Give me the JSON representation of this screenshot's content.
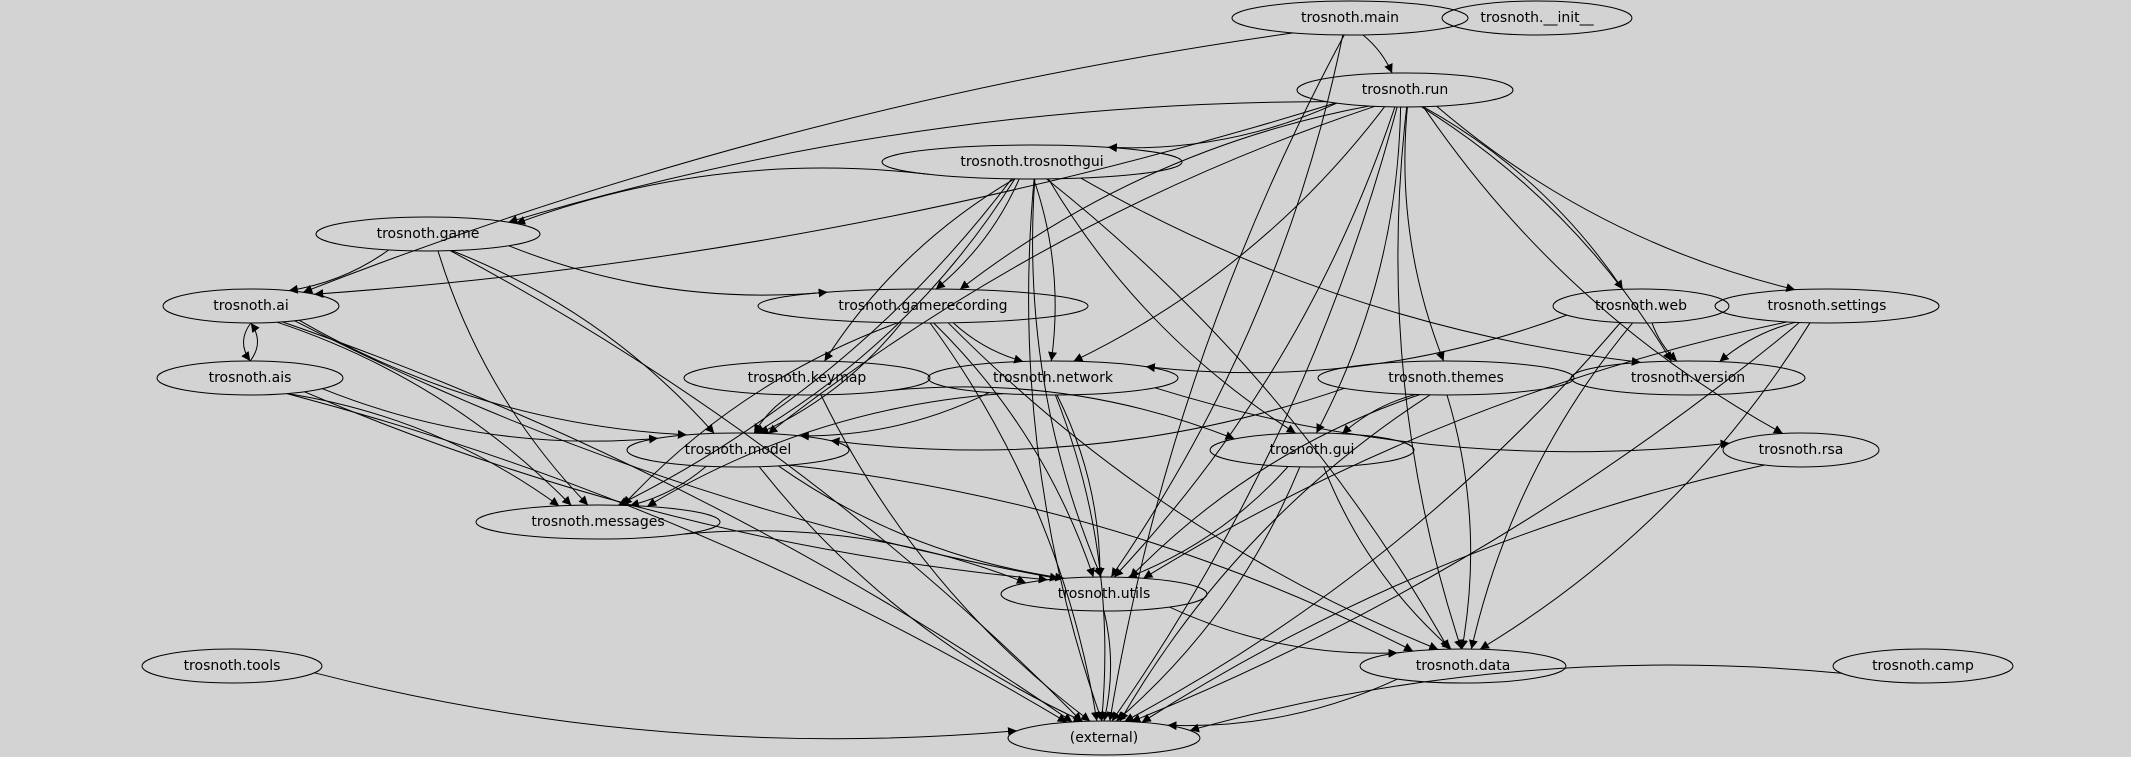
{
  "graph": {
    "nodes": [
      {
        "id": "main",
        "label": "trosnoth.main"
      },
      {
        "id": "init",
        "label": "trosnoth.__init__"
      },
      {
        "id": "run",
        "label": "trosnoth.run"
      },
      {
        "id": "trosnothgui",
        "label": "trosnoth.trosnothgui"
      },
      {
        "id": "game",
        "label": "trosnoth.game"
      },
      {
        "id": "ai",
        "label": "trosnoth.ai"
      },
      {
        "id": "gamerecording",
        "label": "trosnoth.gamerecording"
      },
      {
        "id": "web",
        "label": "trosnoth.web"
      },
      {
        "id": "settings",
        "label": "trosnoth.settings"
      },
      {
        "id": "ais",
        "label": "trosnoth.ais"
      },
      {
        "id": "keymap",
        "label": "trosnoth.keymap"
      },
      {
        "id": "network",
        "label": "trosnoth.network"
      },
      {
        "id": "themes",
        "label": "trosnoth.themes"
      },
      {
        "id": "version",
        "label": "trosnoth.version"
      },
      {
        "id": "model",
        "label": "trosnoth.model"
      },
      {
        "id": "gui",
        "label": "trosnoth.gui"
      },
      {
        "id": "rsa",
        "label": "trosnoth.rsa"
      },
      {
        "id": "messages",
        "label": "trosnoth.messages"
      },
      {
        "id": "utils",
        "label": "trosnoth.utils"
      },
      {
        "id": "tools",
        "label": "trosnoth.tools"
      },
      {
        "id": "data",
        "label": "trosnoth.data"
      },
      {
        "id": "camp",
        "label": "trosnoth.camp"
      },
      {
        "id": "external",
        "label": "(external)"
      }
    ],
    "edges": [
      [
        "main",
        "run"
      ],
      [
        "main",
        "ai"
      ],
      [
        "main",
        "utils"
      ],
      [
        "main",
        "external"
      ],
      [
        "run",
        "trosnothgui"
      ],
      [
        "run",
        "game"
      ],
      [
        "run",
        "ai"
      ],
      [
        "run",
        "gamerecording"
      ],
      [
        "run",
        "web"
      ],
      [
        "run",
        "settings"
      ],
      [
        "run",
        "network"
      ],
      [
        "run",
        "themes"
      ],
      [
        "run",
        "version"
      ],
      [
        "run",
        "model"
      ],
      [
        "run",
        "gui"
      ],
      [
        "run",
        "rsa"
      ],
      [
        "run",
        "utils"
      ],
      [
        "run",
        "data"
      ],
      [
        "run",
        "external"
      ],
      [
        "trosnothgui",
        "game"
      ],
      [
        "trosnothgui",
        "gamerecording"
      ],
      [
        "trosnothgui",
        "keymap"
      ],
      [
        "trosnothgui",
        "network"
      ],
      [
        "trosnothgui",
        "version"
      ],
      [
        "trosnothgui",
        "model"
      ],
      [
        "trosnothgui",
        "gui"
      ],
      [
        "trosnothgui",
        "messages"
      ],
      [
        "trosnothgui",
        "utils"
      ],
      [
        "trosnothgui",
        "data"
      ],
      [
        "trosnothgui",
        "external"
      ],
      [
        "game",
        "ai"
      ],
      [
        "game",
        "gamerecording"
      ],
      [
        "game",
        "model"
      ],
      [
        "game",
        "messages"
      ],
      [
        "game",
        "external"
      ],
      [
        "ai",
        "ais"
      ],
      [
        "ais",
        "ai"
      ],
      [
        "ai",
        "model"
      ],
      [
        "ai",
        "messages"
      ],
      [
        "ai",
        "utils"
      ],
      [
        "ai",
        "external"
      ],
      [
        "ais",
        "model"
      ],
      [
        "ais",
        "messages"
      ],
      [
        "ais",
        "utils"
      ],
      [
        "ais",
        "external"
      ],
      [
        "gamerecording",
        "network"
      ],
      [
        "gamerecording",
        "model"
      ],
      [
        "gamerecording",
        "messages"
      ],
      [
        "gamerecording",
        "utils"
      ],
      [
        "gamerecording",
        "data"
      ],
      [
        "gamerecording",
        "external"
      ],
      [
        "web",
        "version"
      ],
      [
        "web",
        "network"
      ],
      [
        "web",
        "data"
      ],
      [
        "web",
        "external"
      ],
      [
        "settings",
        "version"
      ],
      [
        "settings",
        "data"
      ],
      [
        "settings",
        "utils"
      ],
      [
        "settings",
        "external"
      ],
      [
        "keymap",
        "model"
      ],
      [
        "keymap",
        "gui"
      ],
      [
        "keymap",
        "external"
      ],
      [
        "network",
        "model"
      ],
      [
        "network",
        "messages"
      ],
      [
        "network",
        "utils"
      ],
      [
        "network",
        "rsa"
      ],
      [
        "network",
        "external"
      ],
      [
        "themes",
        "gui"
      ],
      [
        "themes",
        "model"
      ],
      [
        "themes",
        "utils"
      ],
      [
        "themes",
        "data"
      ],
      [
        "themes",
        "external"
      ],
      [
        "model",
        "messages"
      ],
      [
        "model",
        "utils"
      ],
      [
        "model",
        "data"
      ],
      [
        "model",
        "external"
      ],
      [
        "gui",
        "utils"
      ],
      [
        "gui",
        "data"
      ],
      [
        "gui",
        "external"
      ],
      [
        "rsa",
        "external"
      ],
      [
        "messages",
        "utils"
      ],
      [
        "utils",
        "data"
      ],
      [
        "utils",
        "external"
      ],
      [
        "tools",
        "external"
      ],
      [
        "data",
        "external"
      ],
      [
        "camp",
        "external"
      ]
    ]
  }
}
